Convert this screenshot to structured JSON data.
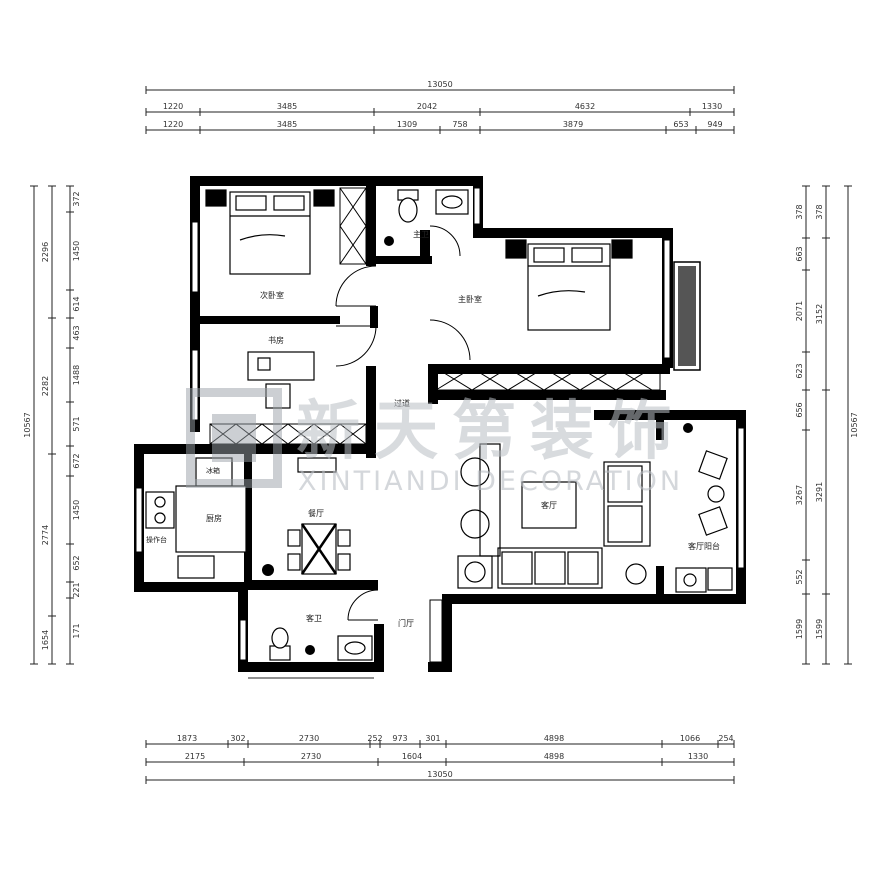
{
  "dimensions": {
    "top_total": "13050",
    "top_row1": [
      "1220",
      "3485",
      "2042",
      "4632",
      "1330"
    ],
    "top_row2": [
      "1220",
      "3485",
      "1309",
      "758",
      "3879",
      "653",
      "949"
    ],
    "bottom_row1": [
      "1873",
      "302",
      "2730",
      "252",
      "973",
      "301",
      "4898",
      "1066",
      "254"
    ],
    "bottom_row2": [
      "2175",
      "2730",
      "1604",
      "4898",
      "1330"
    ],
    "bottom_total": "13050",
    "left_total": "10567",
    "left_outer": [
      "2296",
      "2282",
      "2774",
      "1654"
    ],
    "left_inner": [
      "372",
      "1450",
      "614",
      "463",
      "1488",
      "571",
      "672",
      "1450",
      "652",
      "221",
      "171"
    ],
    "right_total": "10567",
    "right_outer": [
      "378",
      "3152",
      "3291",
      "1599"
    ],
    "right_inner": [
      "378",
      "663",
      "2071",
      "623",
      "656",
      "3267",
      "552",
      "1599"
    ]
  },
  "rooms": {
    "second_bedroom": "次卧室",
    "master_bedroom": "主卧室",
    "study": "书房",
    "master_bath": "主卫",
    "corridor": "过道",
    "kitchen": "厨房",
    "kitchen_counter": "操作台",
    "fridge": "冰箱",
    "dining": "餐厅",
    "living": "客厅",
    "balcony": "客厅阳台",
    "guest_bath": "客卫",
    "entrance": "门厅"
  },
  "watermark": {
    "chinese": "新天第装饰",
    "english": "XINTIANDI DECORATION"
  },
  "colors": {
    "wall": "#000000",
    "line": "#222222",
    "watermark": "#b9bec4"
  }
}
